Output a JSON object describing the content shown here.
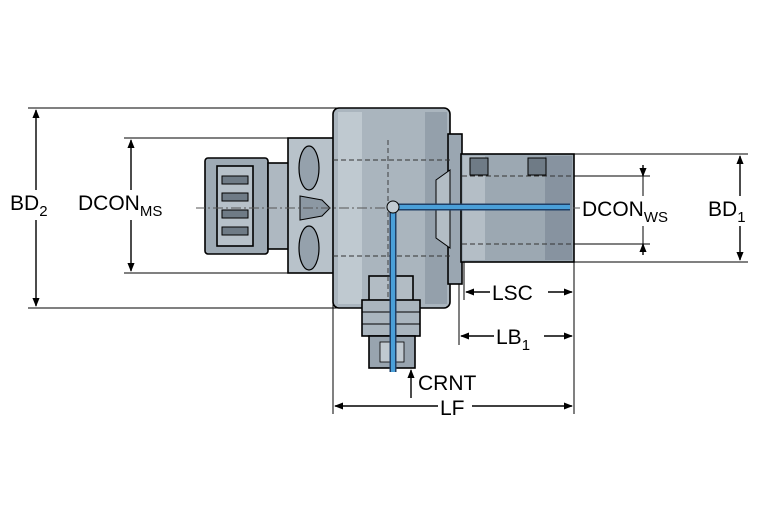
{
  "colors": {
    "body": "#aab5be",
    "body_light": "#c3ccd3",
    "body_dark": "#7e8a95",
    "coolant": "#4a9fd8"
  },
  "dimensions": {
    "bd2": {
      "main": "BD",
      "sub": "2"
    },
    "dcon_ms": {
      "main": "DCON",
      "sub": "MS"
    },
    "dcon_ws": {
      "main": "DCON",
      "sub": "WS"
    },
    "bd1": {
      "main": "BD",
      "sub": "1"
    },
    "lsc": {
      "main": "LSC"
    },
    "lb1": {
      "main": "LB",
      "sub": "1"
    },
    "crnt": {
      "main": "CRNT"
    },
    "lf": {
      "main": "LF"
    }
  }
}
